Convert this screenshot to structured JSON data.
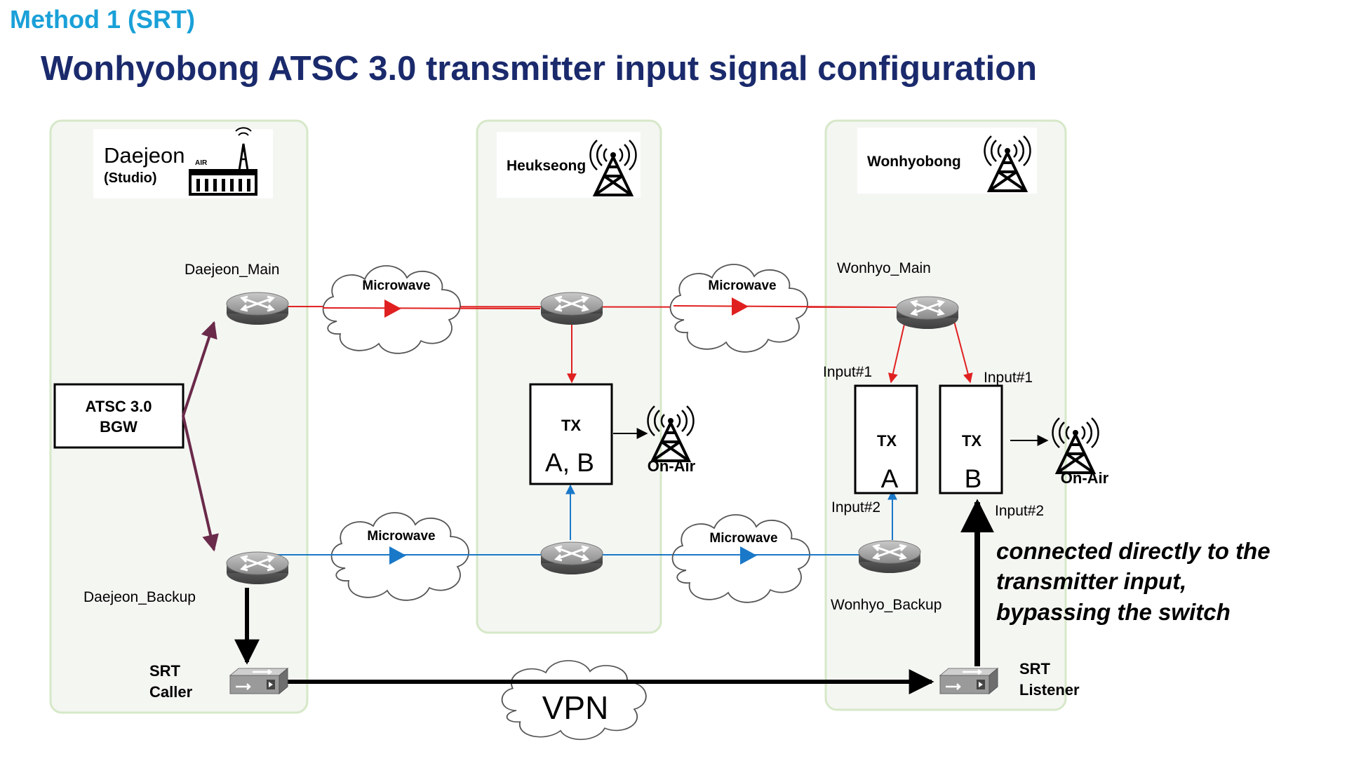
{
  "header": {
    "method": "Method 1 (SRT)",
    "title": "Wonhyobong ATSC 3.0 transmitter input signal configuration"
  },
  "sites": {
    "daejeon": {
      "name": "Daejeon",
      "sub": "(Studio)",
      "air": "AIR"
    },
    "heukseong": {
      "name": "Heukseong"
    },
    "wonhyobong": {
      "name": "Wonhyobong"
    }
  },
  "gateway": {
    "line1": "ATSC 3.0",
    "line2": "BGW"
  },
  "routers": {
    "daejeon_main": "Daejeon_Main",
    "daejeon_backup": "Daejeon_Backup",
    "wonhyo_main": "Wonhyo_Main",
    "wonhyo_backup": "Wonhyo_Backup"
  },
  "clouds": {
    "microwave": "Microwave",
    "vpn": "VPN"
  },
  "transmitters": {
    "tx_label": "TX",
    "heukseong_sub": "A, B",
    "wonhyo_a_sub": "A",
    "wonhyo_b_sub": "B"
  },
  "inputs": {
    "input1": "Input#1",
    "input2": "Input#2"
  },
  "on_air": "On-Air",
  "srt": {
    "caller_line1": "SRT",
    "caller_line2": "Caller",
    "listener_line1": "SRT",
    "listener_line2": "Listener"
  },
  "note": {
    "line1": "connected directly to the",
    "line2": "transmitter input,",
    "line3": "bypassing the switch"
  },
  "colors": {
    "method": "#1aa0d8",
    "title": "#1a2a6c",
    "main_link": "#e02020",
    "backup_link": "#1a78c8",
    "bgw_link": "#6a2a4a",
    "panel_border": "#d6e8c8",
    "panel_fill": "#f4f6f2"
  }
}
